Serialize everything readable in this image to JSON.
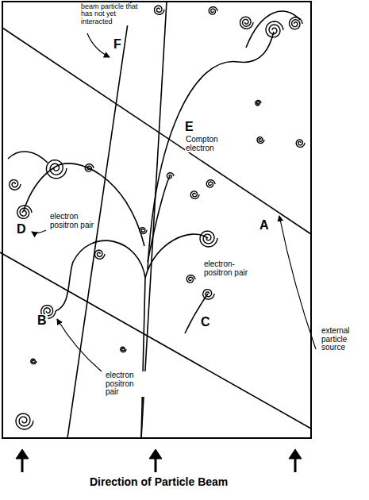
{
  "diagram": {
    "labels": [
      "beam particle that has not yet interacted",
      "F",
      "electron positron pair",
      "D",
      "E",
      "Compton electron",
      "A",
      "electron-positron pair",
      "external particle source",
      "C",
      "B",
      "electron positron pair",
      "Direction of Particle Beam"
    ]
  }
}
